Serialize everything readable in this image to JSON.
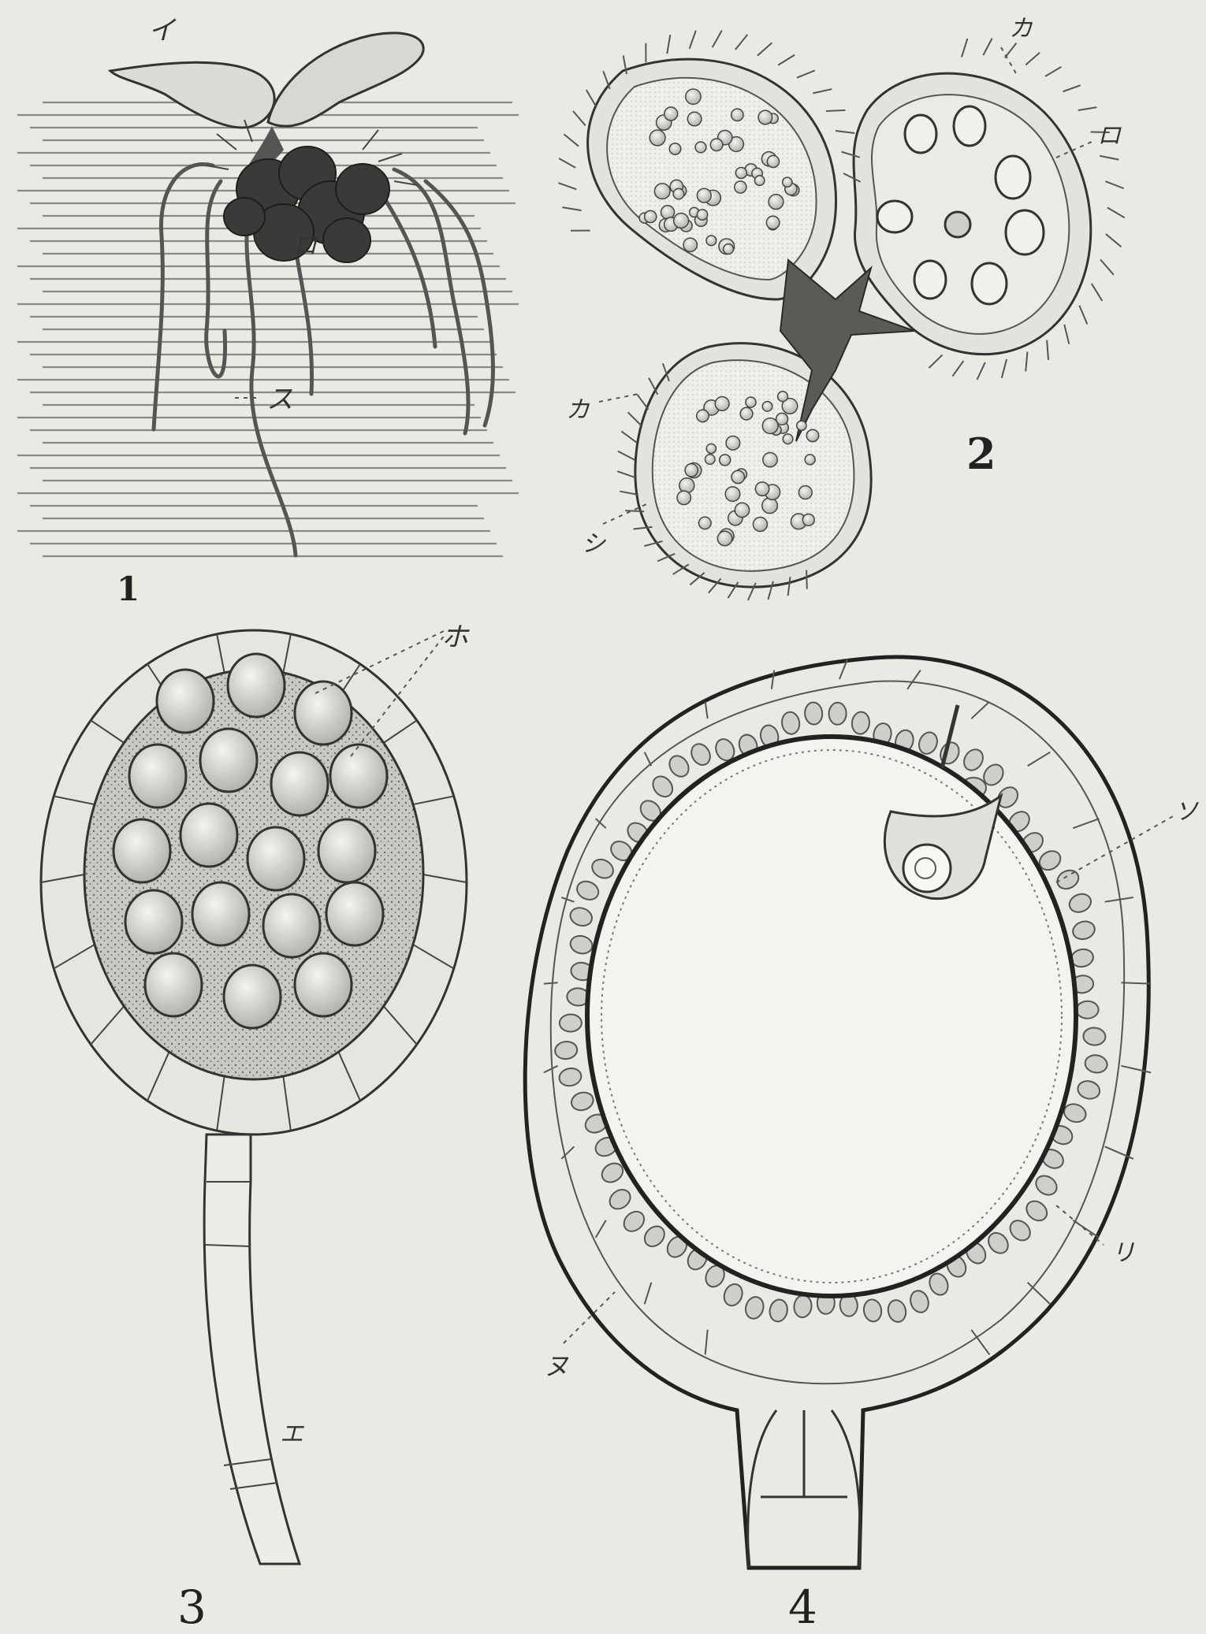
{
  "figures": [
    {
      "number": "1",
      "labels": {
        "leaf": "イ",
        "sporocarp": "ロ",
        "root": "ス"
      }
    },
    {
      "number": "2",
      "labels": {
        "top": "カ",
        "right": "ロ",
        "left": "カ",
        "bottom": "シ"
      }
    },
    {
      "number": "3",
      "labels": {
        "spores": "ホ",
        "stalk": "エ"
      }
    },
    {
      "number": "4",
      "labels": {
        "right_upper": "ソ",
        "right_lower": "リ",
        "left_lower": "ヌ"
      }
    }
  ],
  "colors": {
    "paper": "#eaeae5",
    "ink": "#333333",
    "shade": "#9a9a95"
  }
}
